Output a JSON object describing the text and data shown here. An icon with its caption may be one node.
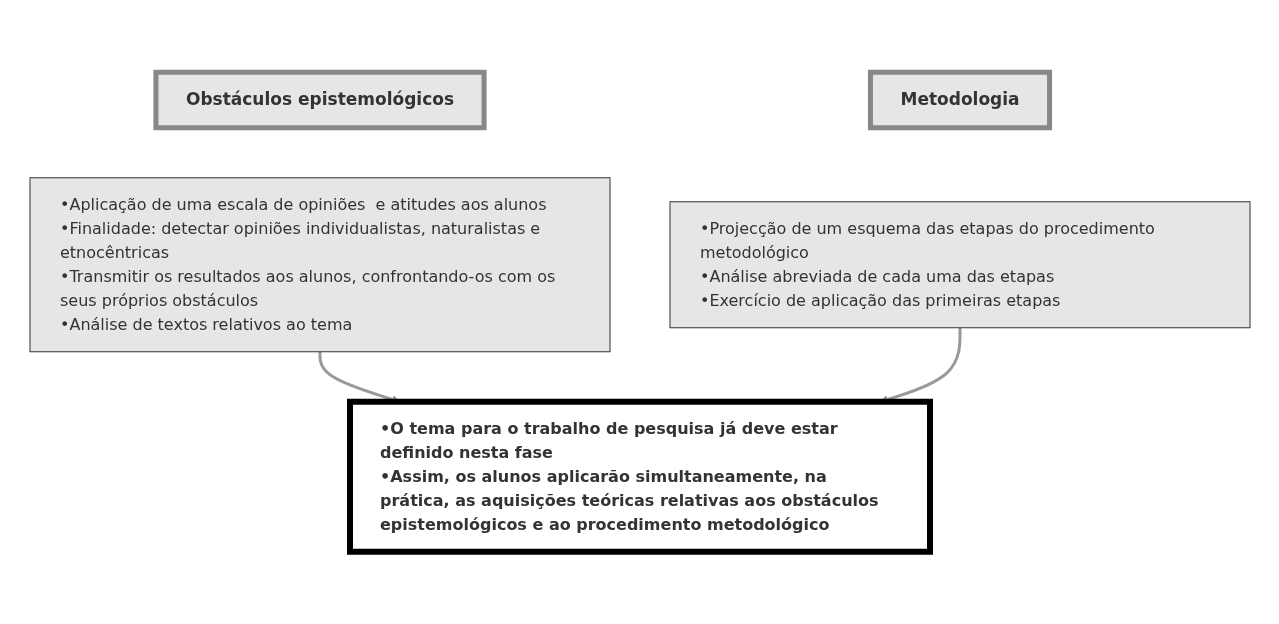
{
  "diagram": {
    "nodes": [
      {
        "text": [
          "Obstáculos epistemológicos"
        ]
      },
      {
        "text": [
          "•Aplicação de uma escala de opiniões  e atitudes aos alunos",
          "•Finalidade: detectar opiniões individualistas, naturalistas e etnocêntricas",
          "•Transmitir os resultados aos alunos, confrontando-os com os seus próprios obstáculos",
          "•Análise de textos relativos ao tema"
        ]
      },
      {
        "text": [
          "Metodologia"
        ]
      },
      {
        "text": [
          "•Projecção de um esquema das etapas do procedimento metodológico",
          "•Análise abreviada de cada uma das etapas",
          "•Exercício de aplicação das primeiras etapas"
        ]
      },
      {
        "text": [
          "•O tema para o trabalho de pesquisa já deve estar definido nesta fase",
          "•Assim, os alunos aplicarão simultaneamente, na prática, as aquisições teóricas relativas aos obstáculos epistemológicos e ao procedimento metodológico"
        ]
      }
    ],
    "edges": [
      {
        "from": 1,
        "to": 4,
        "arrow": "to"
      },
      {
        "from": 3,
        "to": 4,
        "arrow": "to"
      }
    ]
  }
}
